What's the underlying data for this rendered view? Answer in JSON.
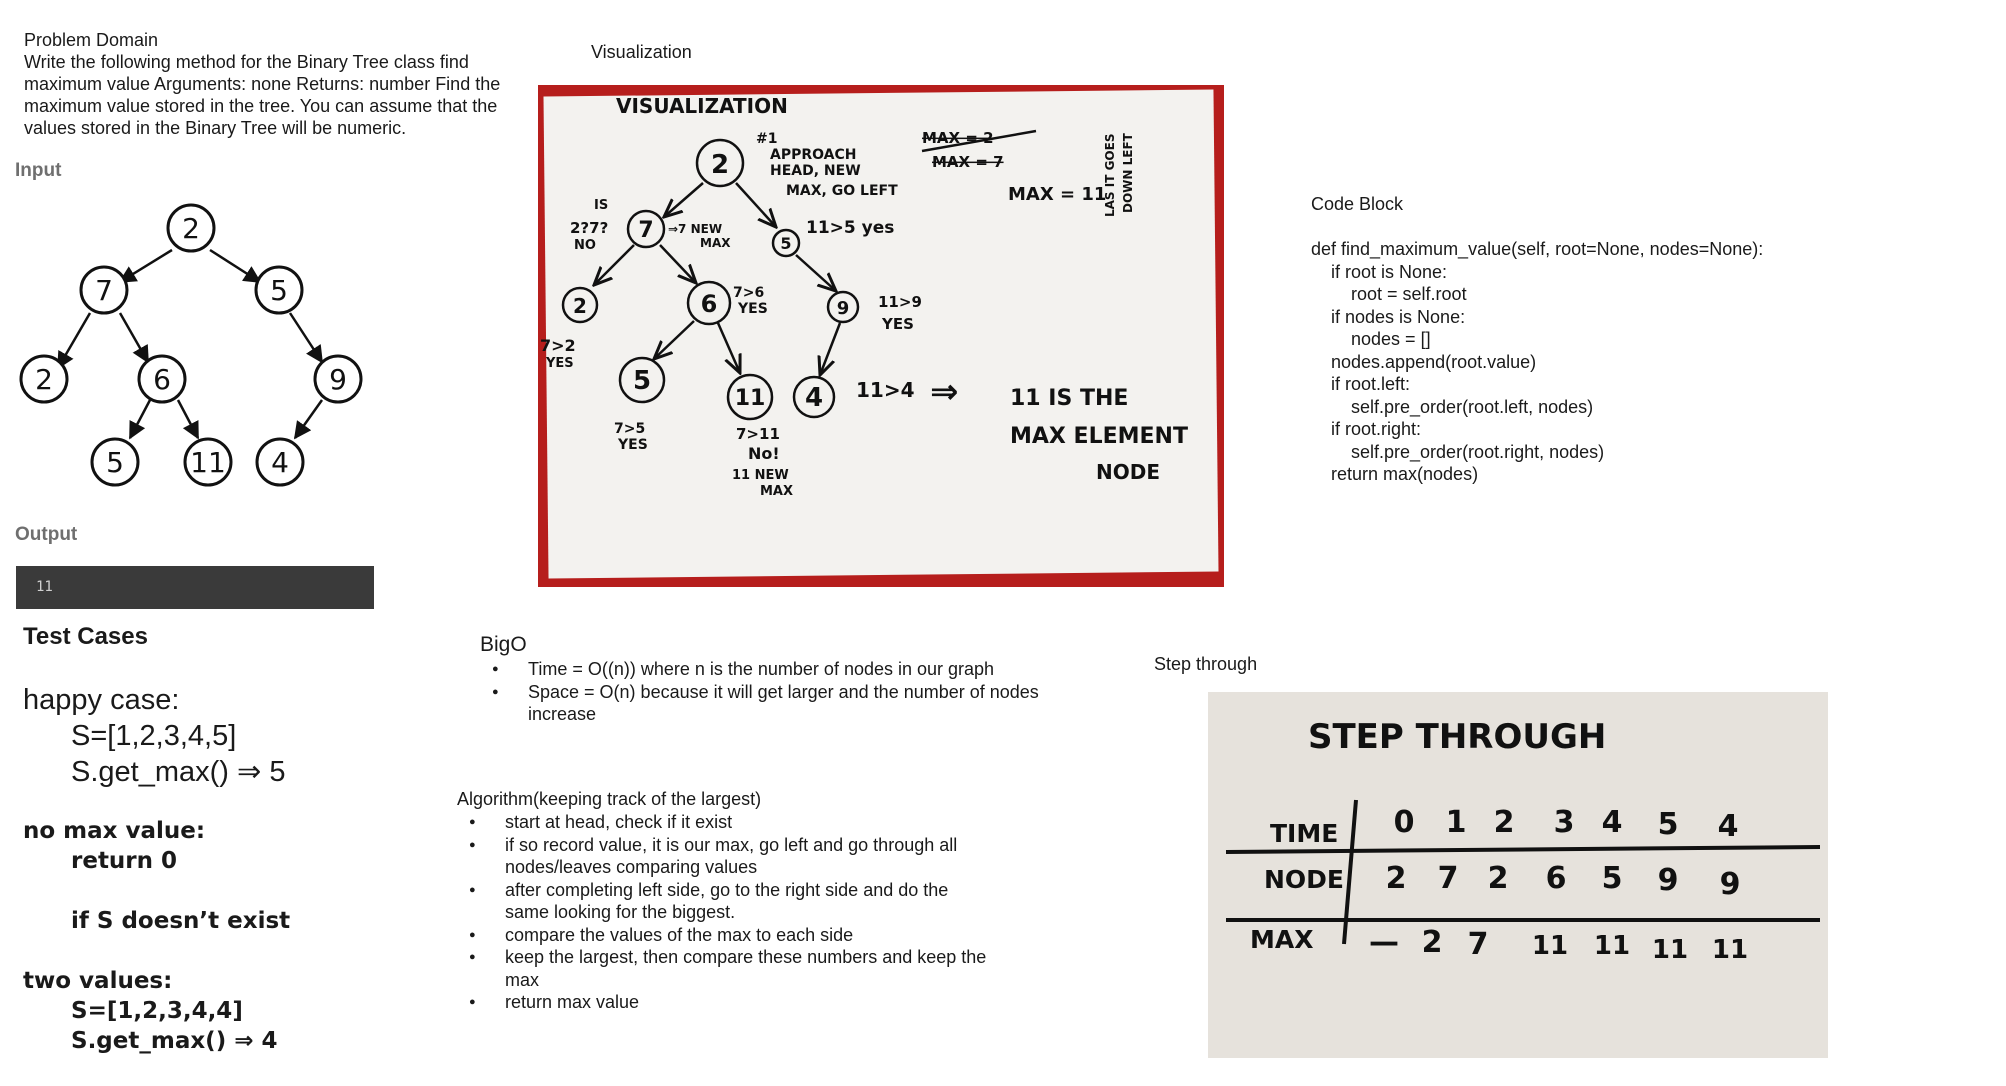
{
  "problem": {
    "heading": "Problem Domain",
    "body": "Write the following method for the Binary Tree class find maximum value Arguments: none Returns: number Find the maximum value stored in the tree. You can assume that the values stored in the Binary Tree will be numeric."
  },
  "input": {
    "label": "Input",
    "nodes": [
      "2",
      "7",
      "5",
      "2",
      "6",
      "9",
      "5",
      "11",
      "4"
    ]
  },
  "output": {
    "label": "Output",
    "value": "11"
  },
  "test_cases": {
    "heading": "Test Cases",
    "happy_title": "happy case:",
    "happy_line1": "S=[1,2,3,4,5]",
    "happy_line2": "S.get_max() ⇒  5",
    "nomax_title": "no max value:",
    "nomax_line1": "return 0",
    "nomax_line2": "if S doesn’t exist",
    "two_title": "two values:",
    "two_line1": "S=[1,2,3,4,4]",
    "two_line2": "S.get_max() ⇒ 4"
  },
  "visualization": {
    "heading": "Visualization",
    "photo": {
      "title": "VISUALIZATION",
      "approach": [
        "#1",
        "APPROACH",
        "HEAD, NEW",
        "MAX, GO LEFT"
      ],
      "max_notes": [
        "MAX = 2",
        "MAX = 7",
        "MAX = 11"
      ],
      "side_note": [
        "LAS IT GOES",
        "DOWN LEFT"
      ],
      "tree_nodes": [
        "2",
        "7",
        "5",
        "2",
        "6",
        "9",
        "5",
        "11",
        "4"
      ],
      "notes": {
        "is_2_gt_7": [
          "IS",
          "2?7?",
          "NO"
        ],
        "new_max": [
          "⇒7 NEW",
          "MAX"
        ],
        "n11_gt_5": "11>5 yes",
        "n7_gt_6": [
          "7>6",
          "YES"
        ],
        "n11_gt_9": [
          "11>9",
          "YES"
        ],
        "n7_gt_2": [
          "7>2",
          "YES"
        ],
        "n7_gt_5": [
          "7>5",
          "YES"
        ],
        "n7_gt_11": [
          "7>11",
          "No!",
          "11 NEW",
          "MAX"
        ],
        "n11_gt_4": "11>4",
        "arrow": "⇒",
        "conclusion": [
          "11 IS THE",
          "MAX ELEMENT",
          "NODE"
        ]
      }
    }
  },
  "code": {
    "heading": "Code Block",
    "lines": [
      "def find_maximum_value(self, root=None, nodes=None):",
      "    if root is None:",
      "        root = self.root",
      "    if nodes is None:",
      "        nodes = []",
      "    nodes.append(root.value)",
      "    if root.left:",
      "        self.pre_order(root.left, nodes)",
      "    if root.right:",
      "        self.pre_order(root.right, nodes)",
      "    return max(nodes)"
    ]
  },
  "bigo": {
    "heading": "BigO",
    "items": [
      "Time = O((n)) where n is the number of nodes in our graph",
      "Space = O(n)  because it will get larger and the number of nodes increase"
    ]
  },
  "algorithm": {
    "heading": "Algorithm(keeping track of the largest)",
    "items": [
      "start at head, check if it exist",
      "if so record value, it is our max, go left and go through all nodes/leaves comparing values",
      "after completing left side, go to the right side and do the same looking for the biggest.",
      "compare the values of the max to each side",
      "keep the largest, then compare these numbers and keep the max",
      "return max value"
    ]
  },
  "step_through": {
    "heading": "Step through",
    "photo_title": "STEP THROUGH",
    "row_labels": [
      "TIME",
      "NODE",
      "MAX"
    ],
    "time": [
      "0",
      "1",
      "2",
      "3",
      "4",
      "5",
      "4"
    ],
    "node": [
      "2",
      "7",
      "2",
      "6",
      "5",
      "9",
      "9"
    ],
    "max": [
      "—",
      "2",
      "7",
      "11",
      "11",
      "11",
      "11"
    ]
  },
  "colors": {
    "output_bg": "#3a3a3a",
    "photo_red": "#b61e1c",
    "paper": "#f3f2ef",
    "cardboard": "#e6e2dc"
  }
}
